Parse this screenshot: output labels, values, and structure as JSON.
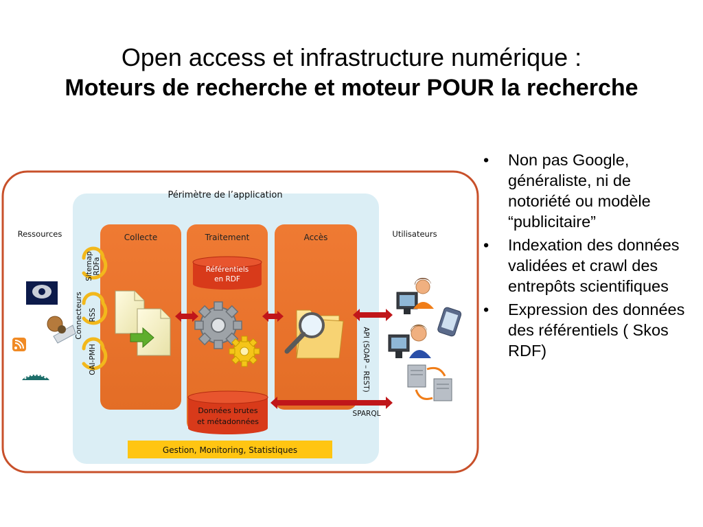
{
  "title": {
    "line1": "Open access et infrastructure numérique :",
    "line2": "Moteurs de recherche et moteur POUR la recherche"
  },
  "bullets": [
    "Non pas Google, généraliste, ni de notoriété ou modèle “publicitaire”",
    "Indexation des données validées  et crawl des entrepôts scientifiques",
    "Expression des données des référentiels ( Skos RDF)"
  ],
  "diagram": {
    "perimeter_label": "Périmètre de l’application",
    "left_label": "Ressources",
    "right_label": "Utilisateurs",
    "columns": [
      "Collecte",
      "Traitement",
      "Accès"
    ],
    "referentiels": [
      "Référentiels",
      "en RDF"
    ],
    "donnees": [
      "Données brutes",
      "et métadonnées"
    ],
    "connecteurs": "Connecteurs",
    "connector_items": [
      "Sitemap\nRDFa",
      "RSS",
      "OAI-PMH"
    ],
    "api_label": "API (SOAP – REST)",
    "sparql_label": "SPARQL",
    "bottom_bar": "Gestion, Monitoring, Statistiques",
    "colors": {
      "outer_border": "#c8502a",
      "perimeter_bg": "#dbeef5",
      "column_fill": "#e8782f",
      "cylinder_fill": "#d83a1a",
      "arrow": "#c0161a",
      "bar": "#ffc512"
    }
  }
}
